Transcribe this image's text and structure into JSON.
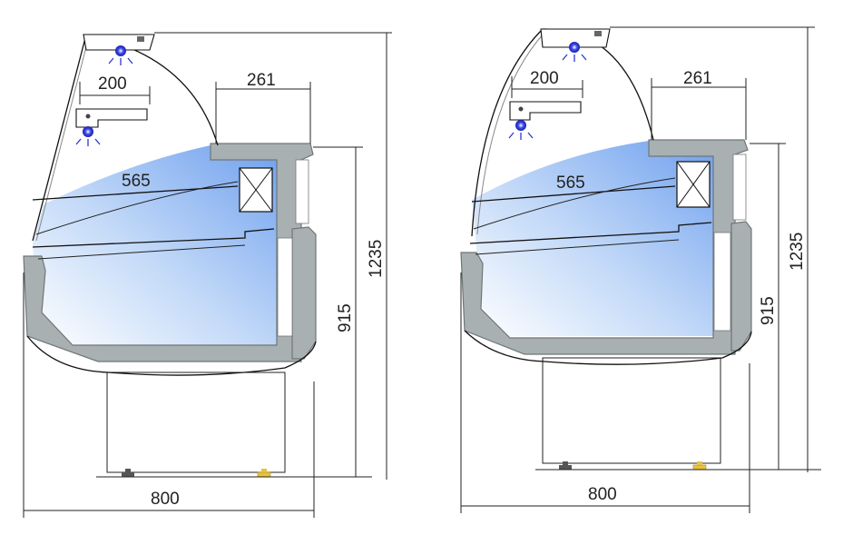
{
  "colors": {
    "body_gray": "#a8b0b2",
    "body_edge": "#6f7678",
    "cold_zone": "#a9c8f4",
    "lamp": "#2a37d8",
    "foot_gold": "#e8c23a",
    "foot_dark": "#555555"
  },
  "left_view": {
    "dims": {
      "canopy_width": "200",
      "top_shelf_depth": "261",
      "inner_depth": "565",
      "counter_height": "915",
      "total_height": "1235",
      "total_width": "800"
    }
  },
  "right_view": {
    "dims": {
      "canopy_width": "200",
      "top_shelf_depth": "261",
      "inner_depth": "565",
      "counter_height": "915",
      "total_height": "1235",
      "total_width": "800"
    }
  },
  "icons": [
    "lamp-icon",
    "cooling-unit-icon",
    "adjustable-foot-icon"
  ]
}
